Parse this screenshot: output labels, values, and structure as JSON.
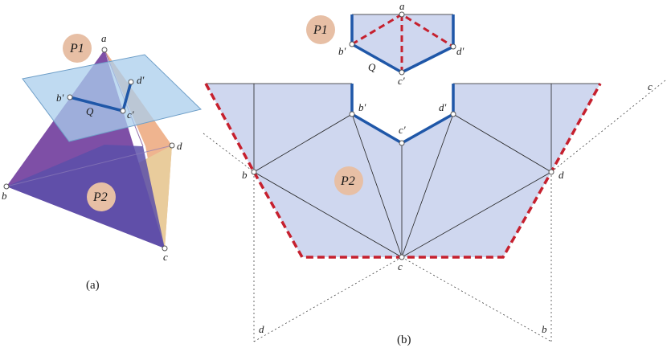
{
  "colors": {
    "plane_fill": "#a9cdec",
    "plane_stroke": "#6f9fc8",
    "face_purple": "#7e4fa6",
    "face_indigo": "#5a4fa9",
    "face_peach": "#efb48f",
    "face_tan": "#e9cc9c",
    "net_fill": "#cfd7ef",
    "cut_blue": "#1f57a8",
    "fold_red": "#c6202e",
    "badge_fill": "#e7bfa5"
  },
  "panel_a": {
    "caption": "(a)",
    "badges": {
      "p1": "P1",
      "p2": "P2"
    },
    "labels": {
      "a": "a",
      "b": "b",
      "c": "c",
      "d": "d",
      "b_prime": "b′",
      "c_prime": "c′",
      "d_prime": "d′",
      "q": "Q"
    }
  },
  "panel_b": {
    "caption": "(b)",
    "top": {
      "badge": "P1",
      "labels": {
        "a": "a",
        "b_prime": "b′",
        "c_prime": "c′",
        "d_prime": "d′",
        "q": "Q"
      }
    },
    "bottom": {
      "badge": "P2",
      "labels": {
        "b_prime": "b′",
        "c_prime": "c′",
        "d_prime": "d′",
        "b": "b",
        "c": "c",
        "d": "d"
      }
    },
    "outer_labels": {
      "c": "c",
      "d": "d",
      "b": "b"
    }
  }
}
